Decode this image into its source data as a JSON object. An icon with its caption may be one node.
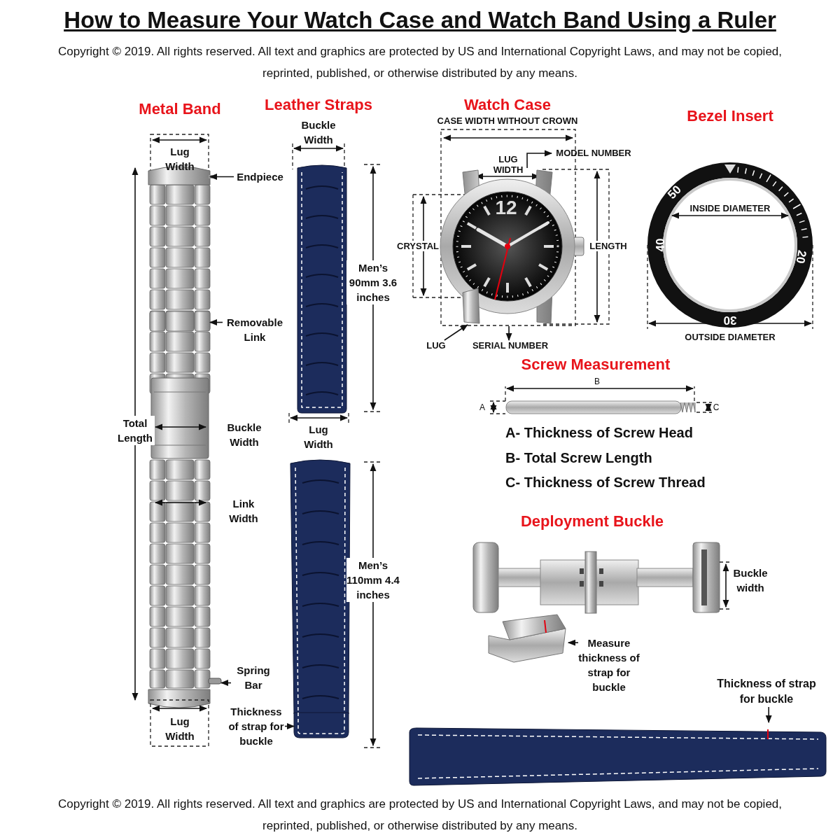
{
  "diagram": {
    "title": "How to Measure Your Watch Case and Watch Band Using a Ruler",
    "nodes": [
      {
        "text": [
          "Endpiece"
        ]
      },
      {
        "text": [],
        "shape": "picture"
      },
      {
        "text": [
          "Removable Link"
        ]
      },
      {
        "text": [],
        "shape": "picture"
      },
      {
        "text": [
          "Spring Bar"
        ]
      },
      {
        "text": [],
        "shape": "picture"
      },
      {
        "text": [
          "Thickness of strap for buckle"
        ]
      },
      {
        "text": [],
        "shape": "picture"
      },
      {
        "text": [
          "MODEL NUMBER"
        ]
      },
      {
        "text": [],
        "shape": "picture"
      },
      {
        "text": [
          "LUG"
        ]
      },
      {
        "text": [],
        "shape": "picture",
        "in": 9
      },
      {
        "text": [
          "SERIAL NUMBER"
        ]
      },
      {
        "text": [
          "Measure thickness of strap for buckle"
        ]
      },
      {
        "text": [],
        "shape": "picture"
      },
      {
        "text": [
          "Thickness of strap for buckle"
        ]
      },
      {
        "text": [],
        "shape": "picture"
      }
    ],
    "edges": [
      {
        "from": 0,
        "to": 1,
        "arrow": "to"
      },
      {
        "from": 2,
        "to": 3,
        "arrow": "to"
      },
      {
        "from": 4,
        "to": 5,
        "arrow": "to"
      },
      {
        "from": 6,
        "to": 7,
        "arrow": "to"
      },
      {
        "from": 9,
        "to": 8,
        "arrow": "to"
      },
      {
        "from": 10,
        "to": 11,
        "arrow": "to"
      },
      {
        "from": 9,
        "to": 12,
        "arrow": "to"
      },
      {
        "from": 13,
        "to": 14,
        "arrow": "to"
      },
      {
        "from": 15,
        "to": 16,
        "arrow": "to"
      }
    ],
    "labels": [
      "Copyright © 2019. All rights reserved. All text and graphics are protected by US and International Copyright Laws, and may not be copied, reprinted, published, or otherwise distributed by any means.",
      "Metal Band",
      "Leather Straps",
      "Watch Case",
      "Bezel Insert",
      "Buckle Width",
      "CASE WIDTH WITHOUT CROWN",
      "Lug Width",
      "LUG WIDTH",
      "50",
      "INSIDE DIAMETER",
      "12",
      "CRYSTAL",
      "LENGTH",
      "40",
      "20",
      "Men’s 90mm 3.6 inches",
      "30",
      "OUTSIDE DIAMETER",
      "Screw Measurement",
      "B",
      "A",
      "C",
      "Total Length",
      "Buckle Width",
      "Lug Width",
      "A- Thickness of Screw Head",
      "B- Total Screw Length",
      "C- Thickness of Screw Thread",
      "Link Width",
      "Deployment Buckle",
      "Buckle width",
      "Men’s 110mm 4.4 inches",
      "Lug Width",
      "Copyright © 2019. All rights reserved. All text and graphics are protected by US and International Copyright Laws, and may not be copied, reprinted, published, or otherwise distributed by any means."
    ]
  }
}
